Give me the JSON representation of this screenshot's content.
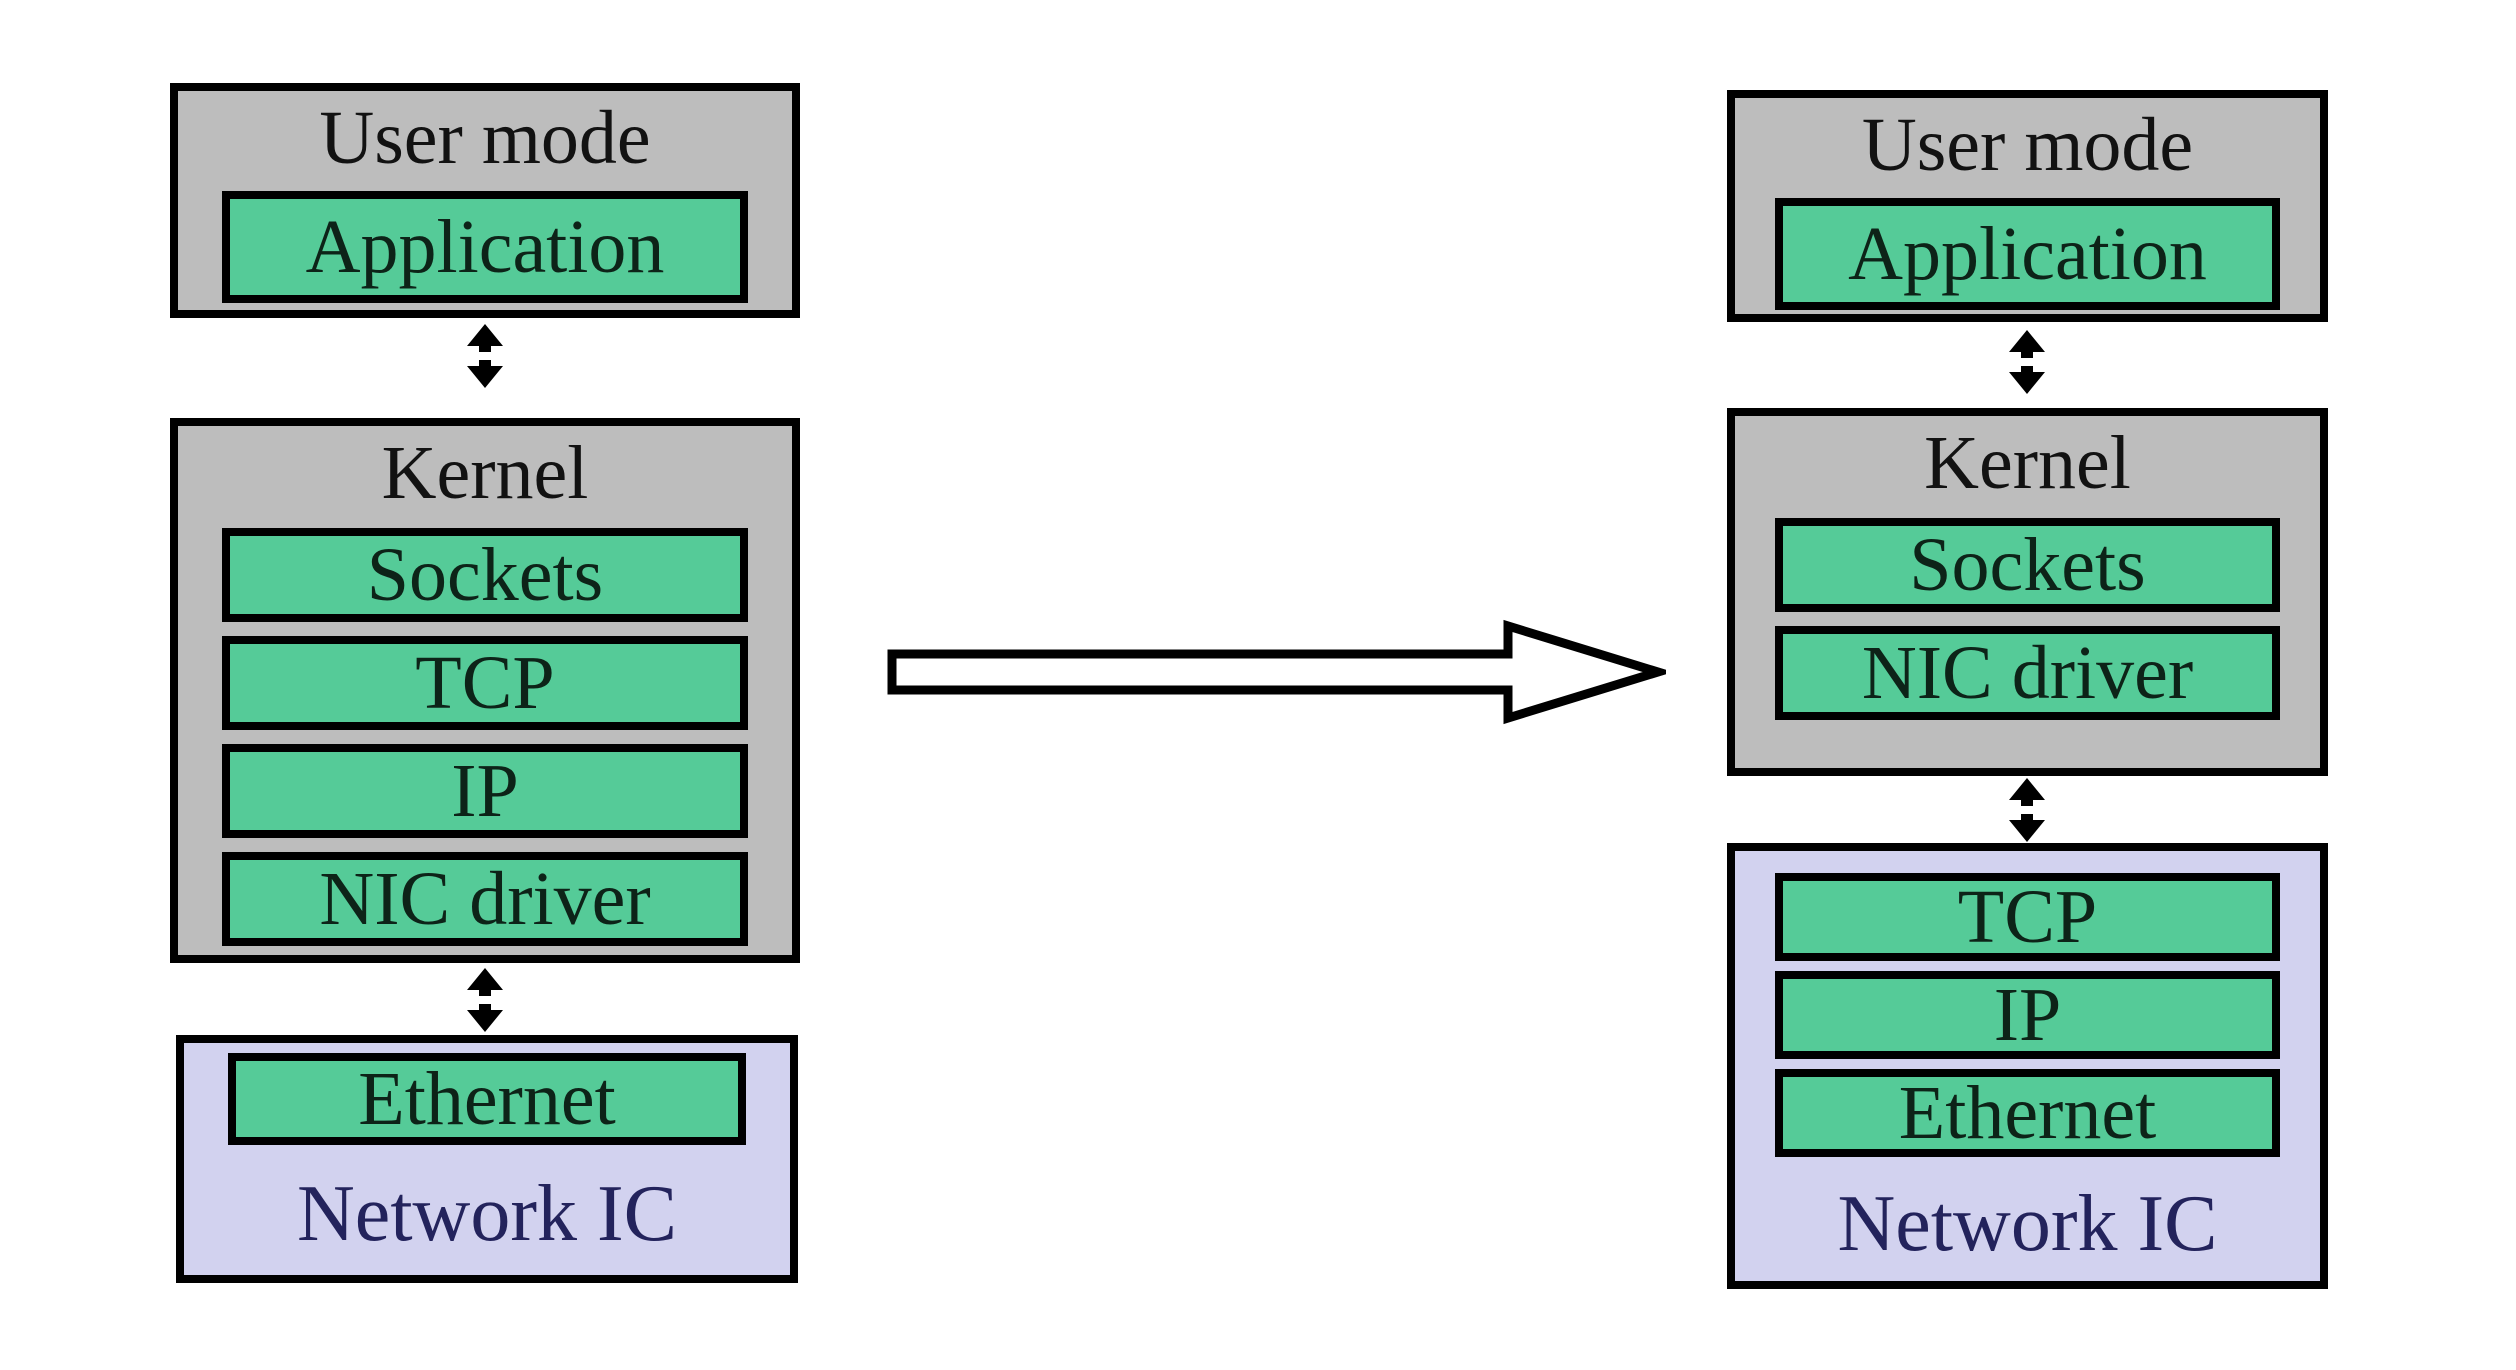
{
  "colors": {
    "gray": "#bdbdbd",
    "green": "#55cb98",
    "lavender": "#d2d2ef",
    "border": "#000000",
    "title_text": "#121212",
    "green_text": "#0d2318",
    "nic_text": "#23235c"
  },
  "left_stack": {
    "user_mode": {
      "title": "User mode",
      "items": [
        "Application"
      ]
    },
    "kernel": {
      "title": "Kernel",
      "items": [
        "Sockets",
        "TCP",
        "IP",
        "NIC driver"
      ]
    },
    "network_ic": {
      "label": "Network IC",
      "items": [
        "Ethernet"
      ]
    }
  },
  "right_stack": {
    "user_mode": {
      "title": "User mode",
      "items": [
        "Application"
      ]
    },
    "kernel": {
      "title": "Kernel",
      "items": [
        "Sockets",
        "NIC driver"
      ]
    },
    "network_ic": {
      "label": "Network IC",
      "items": [
        "TCP",
        "IP",
        "Ethernet"
      ]
    }
  }
}
